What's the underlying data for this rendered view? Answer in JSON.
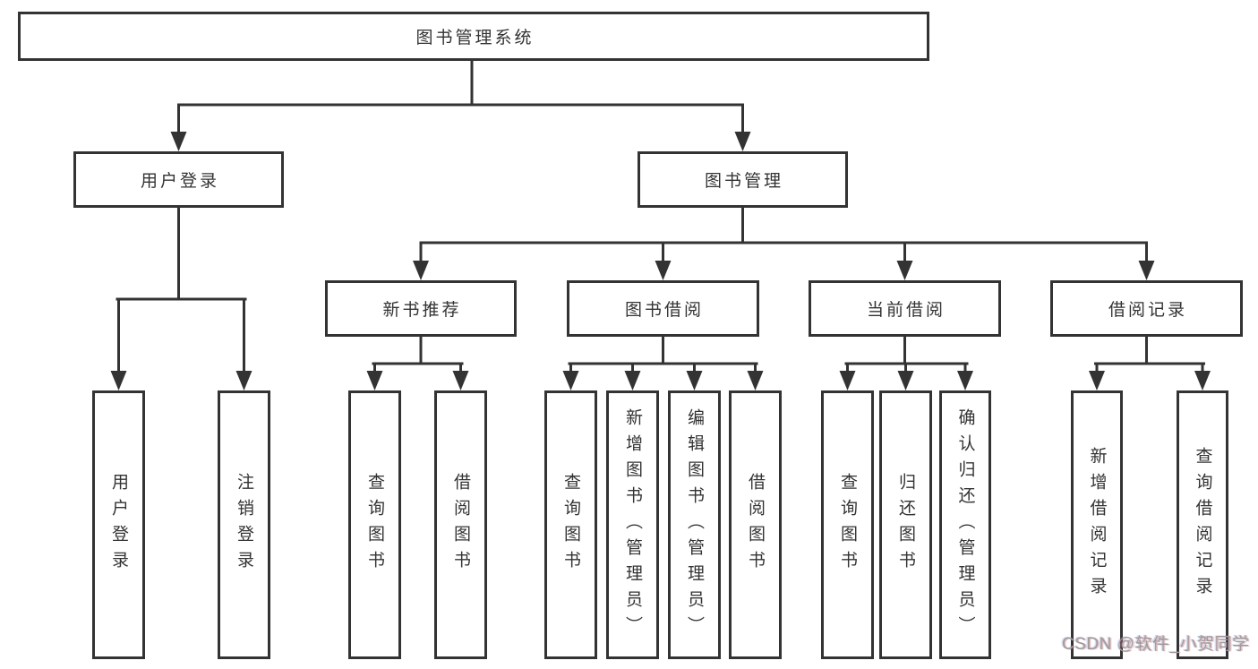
{
  "diagram": {
    "root": {
      "label": "图书管理系统"
    },
    "branches": {
      "user_login": {
        "label": "用户登录",
        "children": [
          {
            "label": "用户登录"
          },
          {
            "label": "注销登录"
          }
        ]
      },
      "book_management": {
        "label": "图书管理",
        "children": {
          "new_book_recommend": {
            "label": "新书推荐",
            "children": [
              {
                "label": "查询图书"
              },
              {
                "label": "借阅图书"
              }
            ]
          },
          "book_borrow": {
            "label": "图书借阅",
            "children": [
              {
                "label": "查询图书"
              },
              {
                "label": "新增图书（管理员）"
              },
              {
                "label": "编辑图书（管理员）"
              },
              {
                "label": "借阅图书"
              }
            ]
          },
          "current_borrow": {
            "label": "当前借阅",
            "children": [
              {
                "label": "查询图书"
              },
              {
                "label": "归还图书"
              },
              {
                "label": "确认归还（管理员）"
              }
            ]
          },
          "borrow_record": {
            "label": "借阅记录",
            "children": [
              {
                "label": "新增借阅记录"
              },
              {
                "label": "查询借阅记录"
              }
            ]
          }
        }
      }
    },
    "watermark": "CSDN @软件_小贺同学",
    "colors": {
      "line": "#333333",
      "text": "#333333",
      "background": "#ffffff",
      "watermark": "#9c9c9c"
    }
  }
}
